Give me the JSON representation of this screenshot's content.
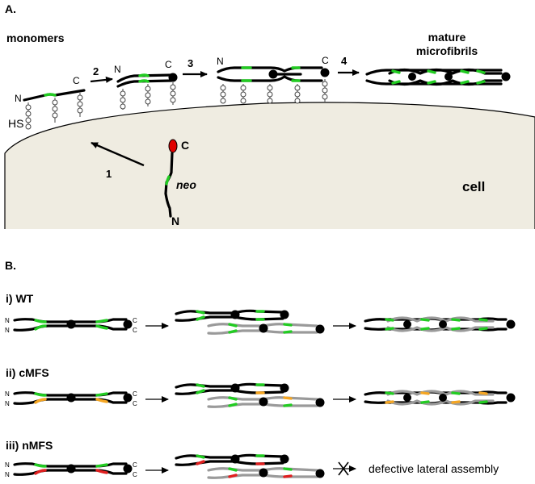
{
  "panel_a": {
    "label": "A.",
    "monomers_label": "monomers",
    "mature_label_line1": "mature",
    "mature_label_line2": "microfibrils",
    "hs_label": "HS",
    "cell_label": "cell",
    "neo_label": "neo",
    "n_label": "N",
    "c_label": "C",
    "steps": [
      "1",
      "2",
      "3",
      "4"
    ]
  },
  "panel_b": {
    "label": "B.",
    "rows": [
      {
        "label": "i) WT",
        "outcome": ""
      },
      {
        "label": "ii) cMFS",
        "outcome": ""
      },
      {
        "label": "iii) nMFS",
        "outcome": "defective lateral assembly"
      }
    ],
    "n_label": "N",
    "c_label": "C"
  },
  "colors": {
    "cell_fill": "#efece1",
    "neo_green": "#22cc22",
    "cmfs_orange": "#f5a623",
    "nmfs_red": "#e02020",
    "c_terminus_red": "#e00000",
    "strand_black": "#000000",
    "strand_grey": "#9a9a9a"
  }
}
